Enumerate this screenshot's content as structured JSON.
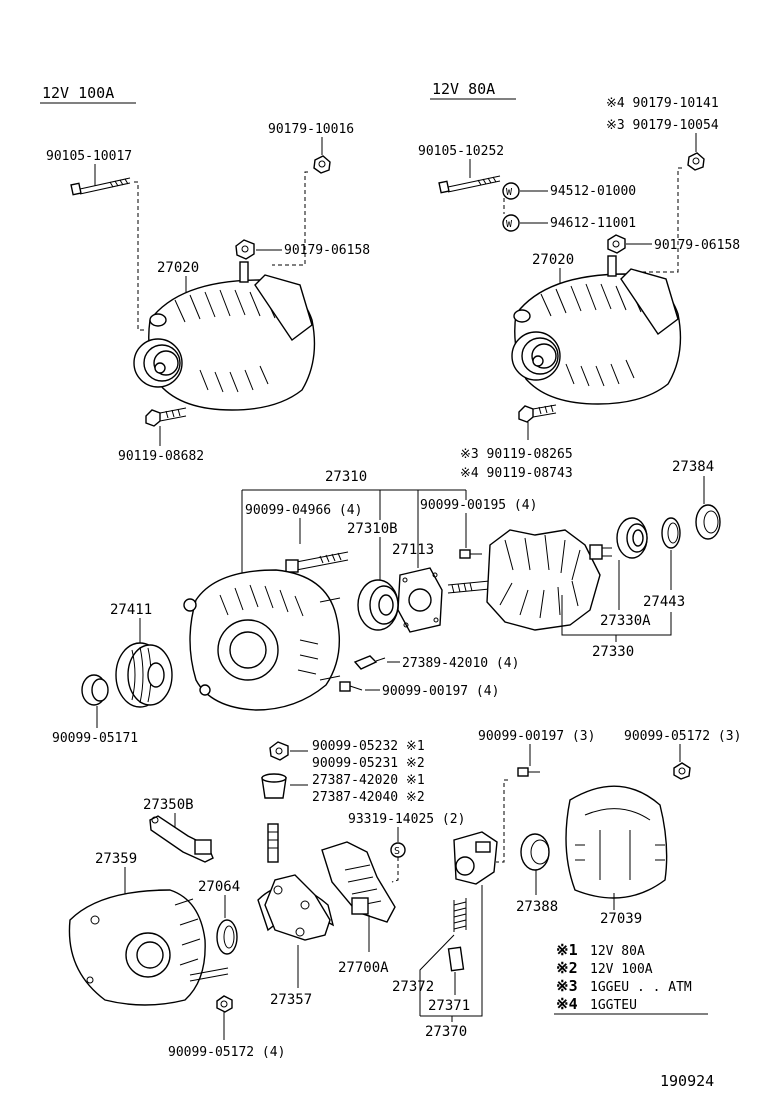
{
  "sections": {
    "left_title": "12V 100A",
    "right_title": "12V 80A"
  },
  "labels": {
    "l_90105_10017": "90105-10017",
    "l_90179_10016": "90179-10016",
    "l_90179_06158_a": "90179-06158",
    "l_27020_a": "27020",
    "l_90119_08682": "90119-08682",
    "r_note4_top": "※4  90179-10141",
    "r_note3_top": "※3  90179-10054",
    "r_90105_10252": "90105-10252",
    "r_94512_01000": "94512-01000",
    "r_94612_11001": "94612-11001",
    "r_90179_06158_b": "90179-06158",
    "r_27020_b": "27020",
    "r_note3_bot": "※3  90119-08265",
    "r_note4_bot": "※4  90119-08743",
    "m_27310": "27310",
    "m_90099_04966": "90099-04966 (4)",
    "m_90099_00195": "90099-00195 (4)",
    "m_27310B": "27310B",
    "m_27113": "27113",
    "m_27384": "27384",
    "m_27411": "27411",
    "m_27443": "27443",
    "m_27330A": "27330A",
    "m_27330": "27330",
    "m_27389_42010": "27389-42010 (4)",
    "m_90099_00197_4": "90099-00197 (4)",
    "m_90099_05171": "90099-05171",
    "b_90099_05232": "90099-05232 ※1",
    "b_90099_05231": "90099-05231 ※2",
    "b_27387_42020": "27387-42020 ※1",
    "b_27387_42040": "27387-42040 ※2",
    "b_93319_14025": "93319-14025 (2)",
    "b_90099_00197_3": "90099-00197 (3)",
    "b_90099_05172_3": "90099-05172 (3)",
    "b_27350B": "27350B",
    "b_27359": "27359",
    "b_27064": "27064",
    "b_27700A": "27700A",
    "b_27388": "27388",
    "b_27039": "27039",
    "b_27357": "27357",
    "b_27372": "27372",
    "b_27371": "27371",
    "b_27370": "27370",
    "b_90099_05172_4": "90099-05172 (4)",
    "footer_code": "190924"
  },
  "legend": {
    "items": [
      {
        "mark": "※1",
        "text": "12V 80A"
      },
      {
        "mark": "※2",
        "text": "12V 100A"
      },
      {
        "mark": "※3",
        "text": "1GGEU . . ATM"
      },
      {
        "mark": "※4",
        "text": "1GGTEU"
      }
    ]
  },
  "icons": [
    "alternator-assembly-icon",
    "bolt-icon",
    "nut-icon",
    "washer-icon",
    "pulley-icon",
    "rotor-icon",
    "bearing-icon",
    "rectifier-icon",
    "regulator-icon",
    "brush-holder-icon",
    "rear-cover-icon"
  ]
}
